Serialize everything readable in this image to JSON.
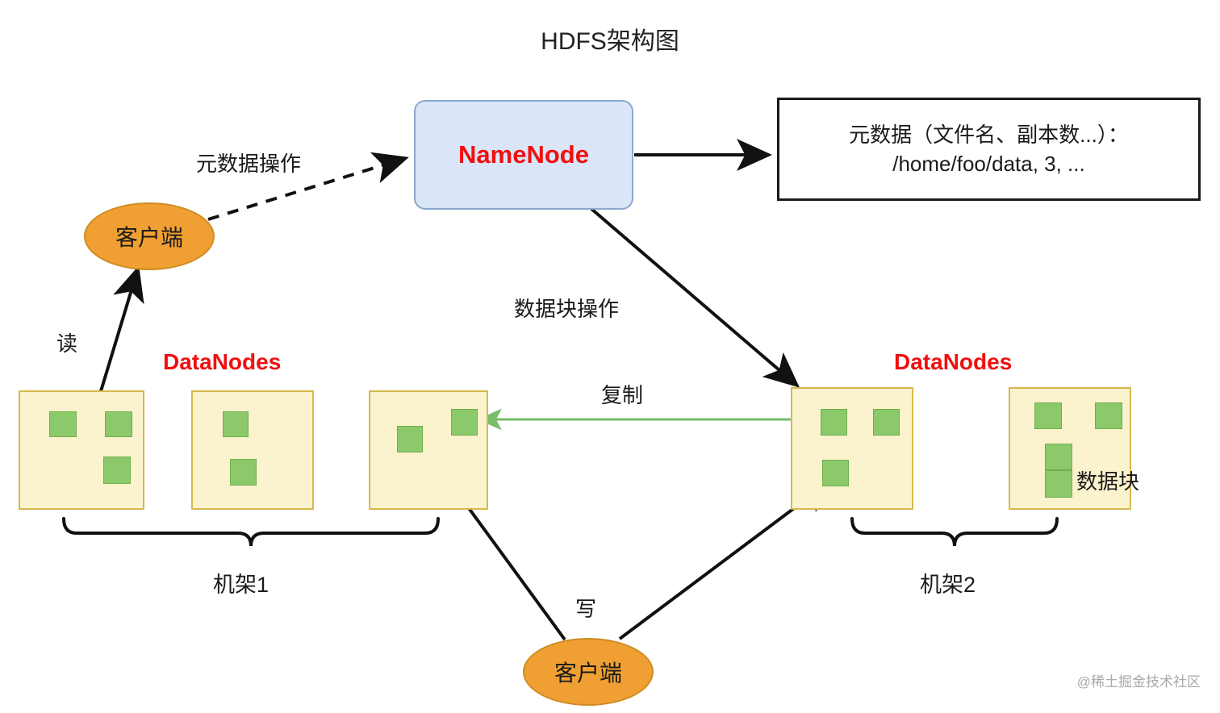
{
  "title": "HDFS架构图",
  "namenode": {
    "label": "NameNode"
  },
  "metadata_box": {
    "line1": "元数据（文件名、副本数...）：",
    "line2": "/home/foo/data, 3, ..."
  },
  "clients": {
    "read_client": "客户端",
    "write_client": "客户端"
  },
  "edge_labels": {
    "metadata_operation": "元数据操作",
    "block_operation": "数据块操作",
    "replication": "复制",
    "read": "读",
    "write": "写"
  },
  "datanodes_titles": {
    "left": "DataNodes",
    "right": "DataNodes"
  },
  "racks": {
    "rack1": "机架1",
    "rack2": "机架2"
  },
  "block_legend": "数据块",
  "watermark": "@稀土掘金技术社区",
  "colors": {
    "namenode_fill": "#dae5f8",
    "namenode_border": "#8aa9cf",
    "namenode_text": "#f01010",
    "client_fill": "#f0a032",
    "client_border": "#d08b22",
    "datanode_fill": "#fbf3cd",
    "datanode_border": "#d6b94c",
    "block_fill": "#8cc96b",
    "block_border": "#6fae50",
    "arrow": "#111111",
    "replication_arrow": "#79bd6a",
    "title_text": "#222222"
  }
}
